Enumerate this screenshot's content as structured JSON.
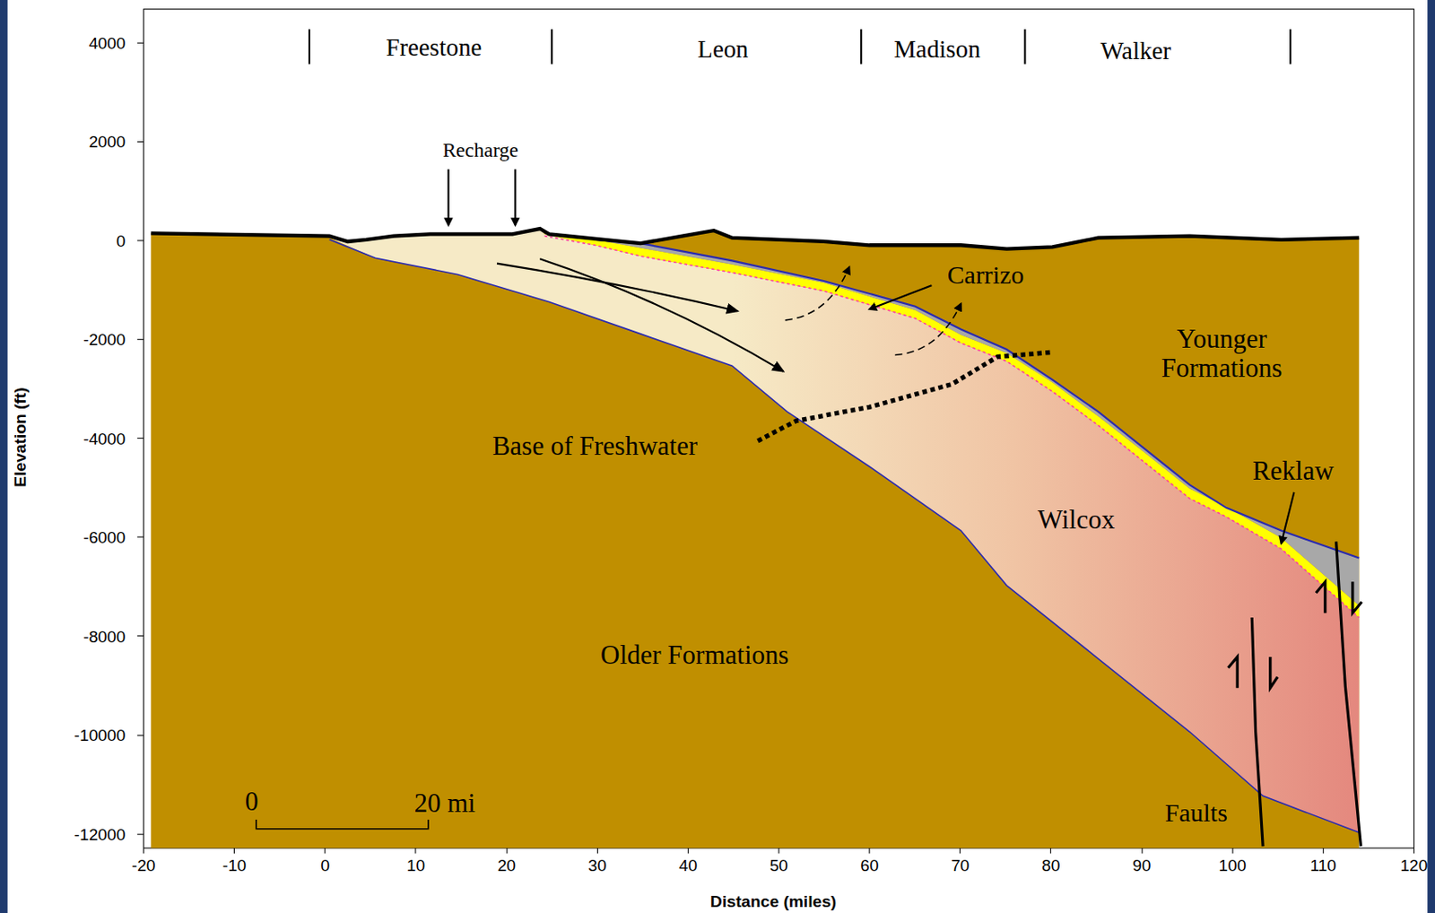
{
  "diagram": {
    "labels": [
      "Freestone",
      "Leon",
      "Madison",
      "Walker",
      "Recharge",
      "Carrizo",
      "Younger Formations",
      "Base of Freshwater",
      "Wilcox",
      "Reklaw",
      "Older Formations",
      "0",
      "20 mi",
      "Faults",
      "4000",
      "2000",
      "0",
      "-2000",
      "-4000",
      "-6000",
      "-8000",
      "-10000",
      "-12000",
      "Elevation (ft)",
      "-20",
      "-10",
      "0",
      "10",
      "20",
      "30",
      "40",
      "50",
      "60",
      "70",
      "80",
      "90",
      "100",
      "110",
      "120",
      "Distance (miles)"
    ]
  }
}
